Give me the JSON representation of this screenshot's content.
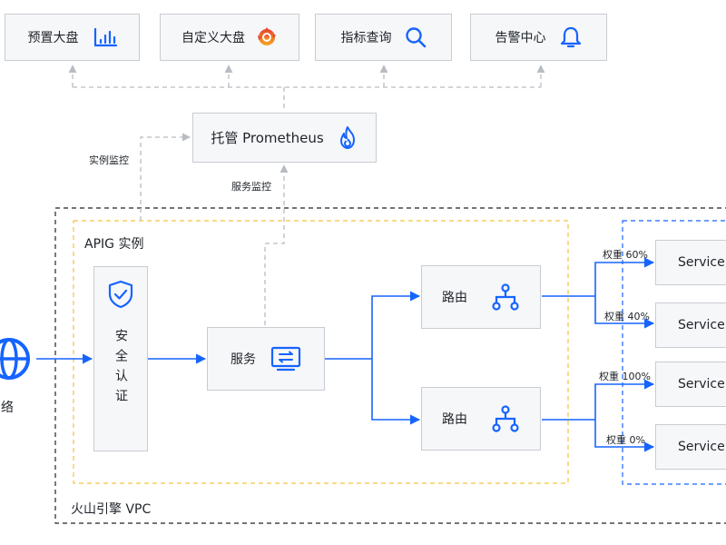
{
  "dashboards": [
    {
      "label": "预置大盘",
      "icon": "bar-chart-icon"
    },
    {
      "label": "自定义大盘",
      "icon": "grafana-icon"
    },
    {
      "label": "指标查询",
      "icon": "search-icon"
    },
    {
      "label": "告警中心",
      "icon": "bell-icon"
    }
  ],
  "prometheus": {
    "label": "托管 Prometheus",
    "icon": "flame-icon"
  },
  "edge_labels": {
    "instance_monitor": "实例监控",
    "service_monitor": "服务监控"
  },
  "vpc": {
    "label": "火山引擎 VPC"
  },
  "apig": {
    "label": "APIG 实例"
  },
  "network": {
    "label": "网络",
    "icon": "globe-icon"
  },
  "auth": {
    "label": "安全认证",
    "icon": "shield-check-icon"
  },
  "service": {
    "label": "服务",
    "icon": "monitor-swap-icon"
  },
  "routes": [
    {
      "label": "路由",
      "icon": "route-tree-icon"
    },
    {
      "label": "路由",
      "icon": "route-tree-icon"
    }
  ],
  "weights": [
    "权重 60%",
    "权重 40%",
    "权重 100%",
    "权重 0%"
  ],
  "targets": [
    "Service",
    "Service",
    "Service",
    "Service"
  ],
  "colors": {
    "blue": "#1664ff",
    "gray_dash": "#b8bcc2",
    "yellow": "#f5c242",
    "black": "#1f2329"
  }
}
